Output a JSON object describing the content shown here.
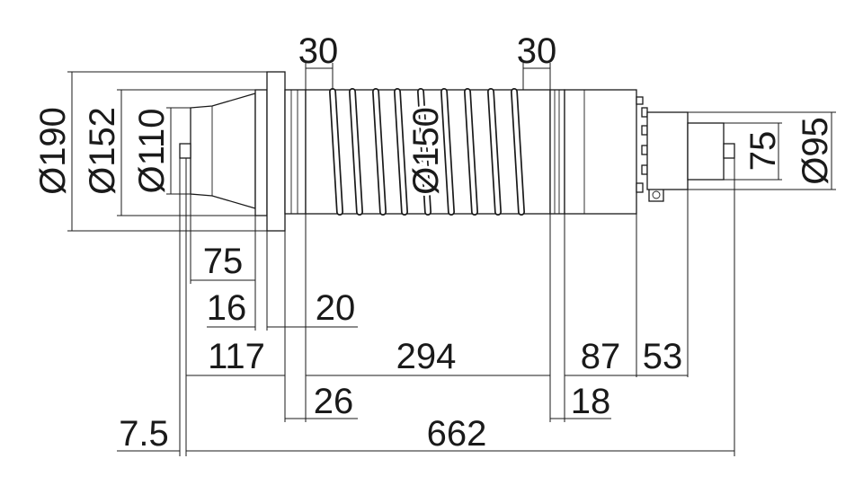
{
  "drawing": {
    "diameters": {
      "flange_outer": "Ø190",
      "flange_inner": "Ø152",
      "nozzle": "Ø110",
      "body": "Ø150",
      "outlet_inner": "75",
      "outlet_outer": "Ø95"
    },
    "dimensions": {
      "coil_pitch_left": "30",
      "coil_pitch_right": "30",
      "nozzle_length": "75",
      "flange_thickness": "16",
      "collar_width": "20",
      "inlet_length": "117",
      "coil_length": "294",
      "head_length": "87",
      "outlet_length": "53",
      "body_start": "26",
      "rear_ring": "18",
      "offset": "7.5",
      "overall_length": "662"
    }
  }
}
